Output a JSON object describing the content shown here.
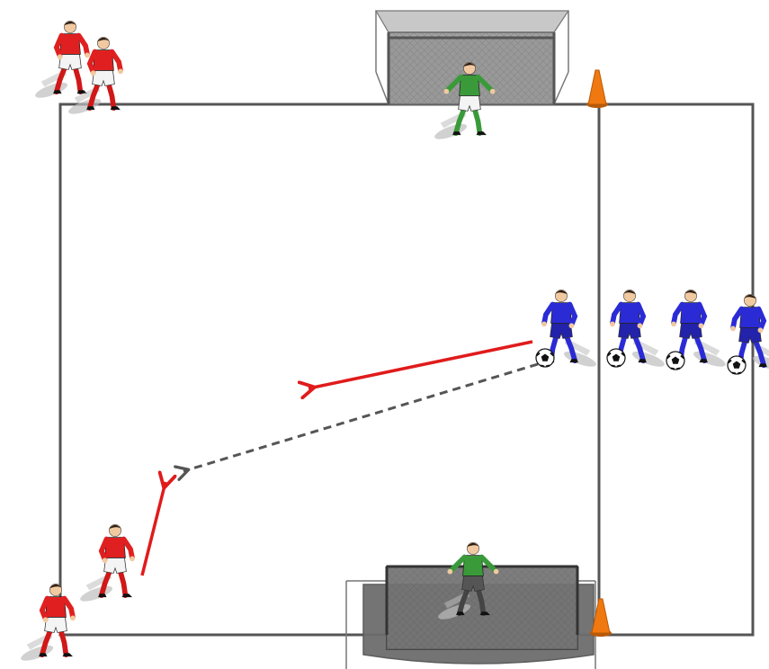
{
  "colors": {
    "field_line": "#555555",
    "red_team_shirt": "#e02020",
    "red_team_shorts": "#f4f4f4",
    "red_team_socks": "#d01818",
    "blue_team_shirt": "#2b2bd6",
    "blue_team_shorts": "#2222aa",
    "keeper_shirt": "#3a9a3a",
    "keeper_shorts": "#f4f4f4",
    "skin": "#f1c9a0",
    "hair": "#2a1a10",
    "cone": "#f07810",
    "goal_net": "#8a8a8a",
    "pass_arrow": "#e01b1b",
    "dashed_arrow": "#555555",
    "shadow": "#bdbdbd"
  },
  "icons": {
    "goal_top": "goal-net-icon",
    "goal_bottom": "goal-net-icon",
    "cone": "traffic-cone-icon",
    "ball": "soccer-ball-icon",
    "player": "player-figure-icon"
  },
  "teams": {
    "red_count": 4,
    "blue_count": 4,
    "keeper_count": 2,
    "cone_count": 2,
    "ball_count": 4
  }
}
